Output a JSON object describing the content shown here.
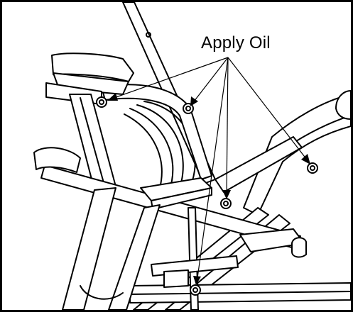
{
  "diagram": {
    "callout": {
      "label": "Apply Oil"
    },
    "oil_points": [
      "pivot-point-1",
      "pivot-point-2",
      "pivot-point-3",
      "pivot-point-4",
      "pivot-point-5"
    ],
    "colors": {
      "line": "#000000",
      "background": "#ffffff"
    }
  }
}
